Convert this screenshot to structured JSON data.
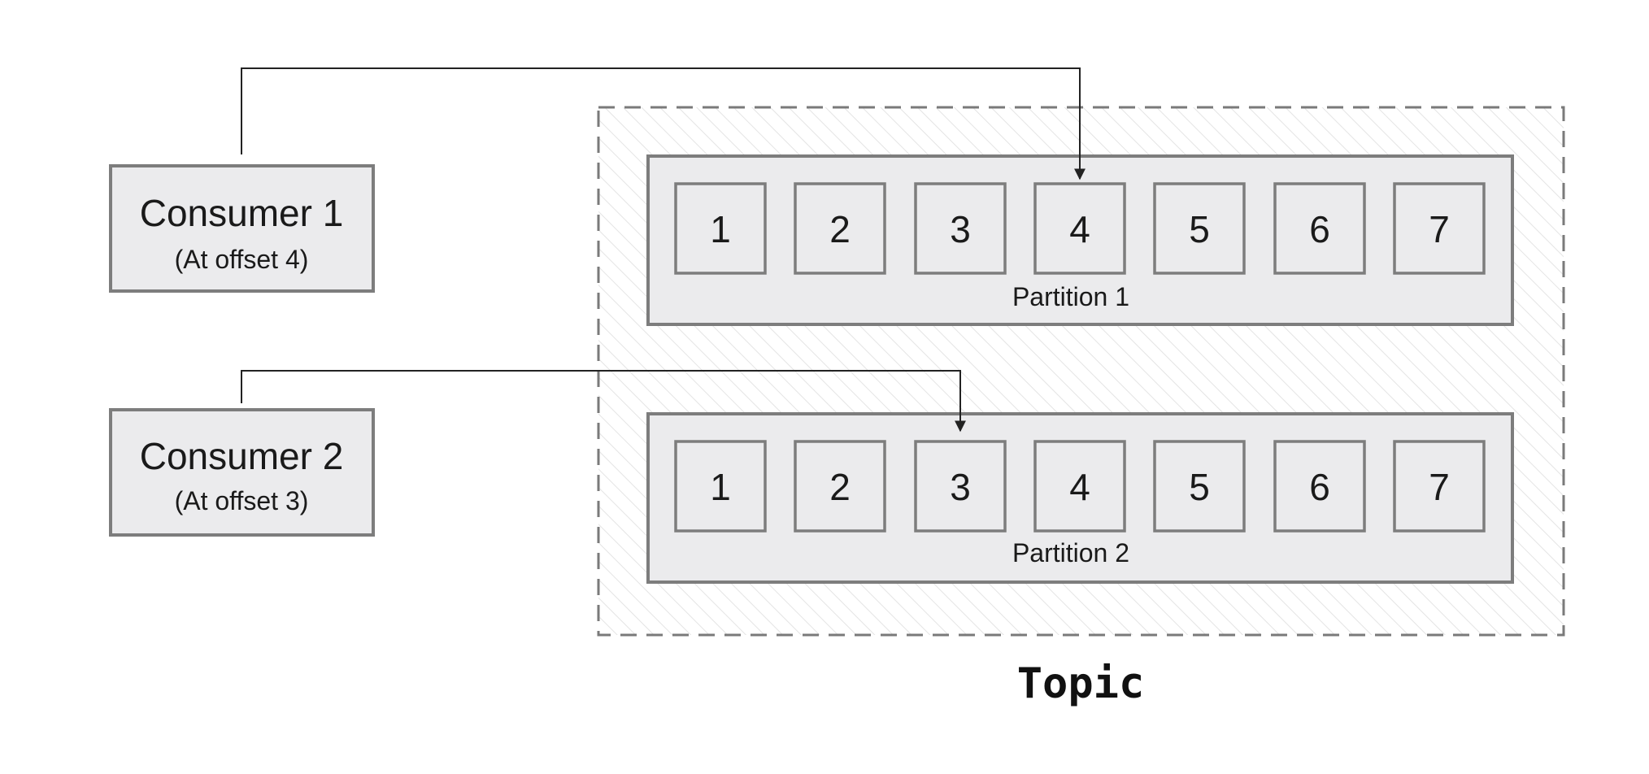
{
  "topic": {
    "label": "Topic"
  },
  "consumers": [
    {
      "name": "Consumer 1",
      "offset_label": "(At offset 4)",
      "offset": 4,
      "partition_index": 0
    },
    {
      "name": "Consumer 2",
      "offset_label": "(At offset 3)",
      "offset": 3,
      "partition_index": 1
    }
  ],
  "partitions": [
    {
      "label": "Partition 1",
      "messages": [
        "1",
        "2",
        "3",
        "4",
        "5",
        "6",
        "7"
      ]
    },
    {
      "label": "Partition 2",
      "messages": [
        "1",
        "2",
        "3",
        "4",
        "5",
        "6",
        "7"
      ]
    }
  ],
  "colors": {
    "box_fill": "#ebebed",
    "box_stroke": "#7d7d7d",
    "topic_border": "#7a7a7a",
    "hatch": "#e4e4e4",
    "arrow": "#222222"
  }
}
